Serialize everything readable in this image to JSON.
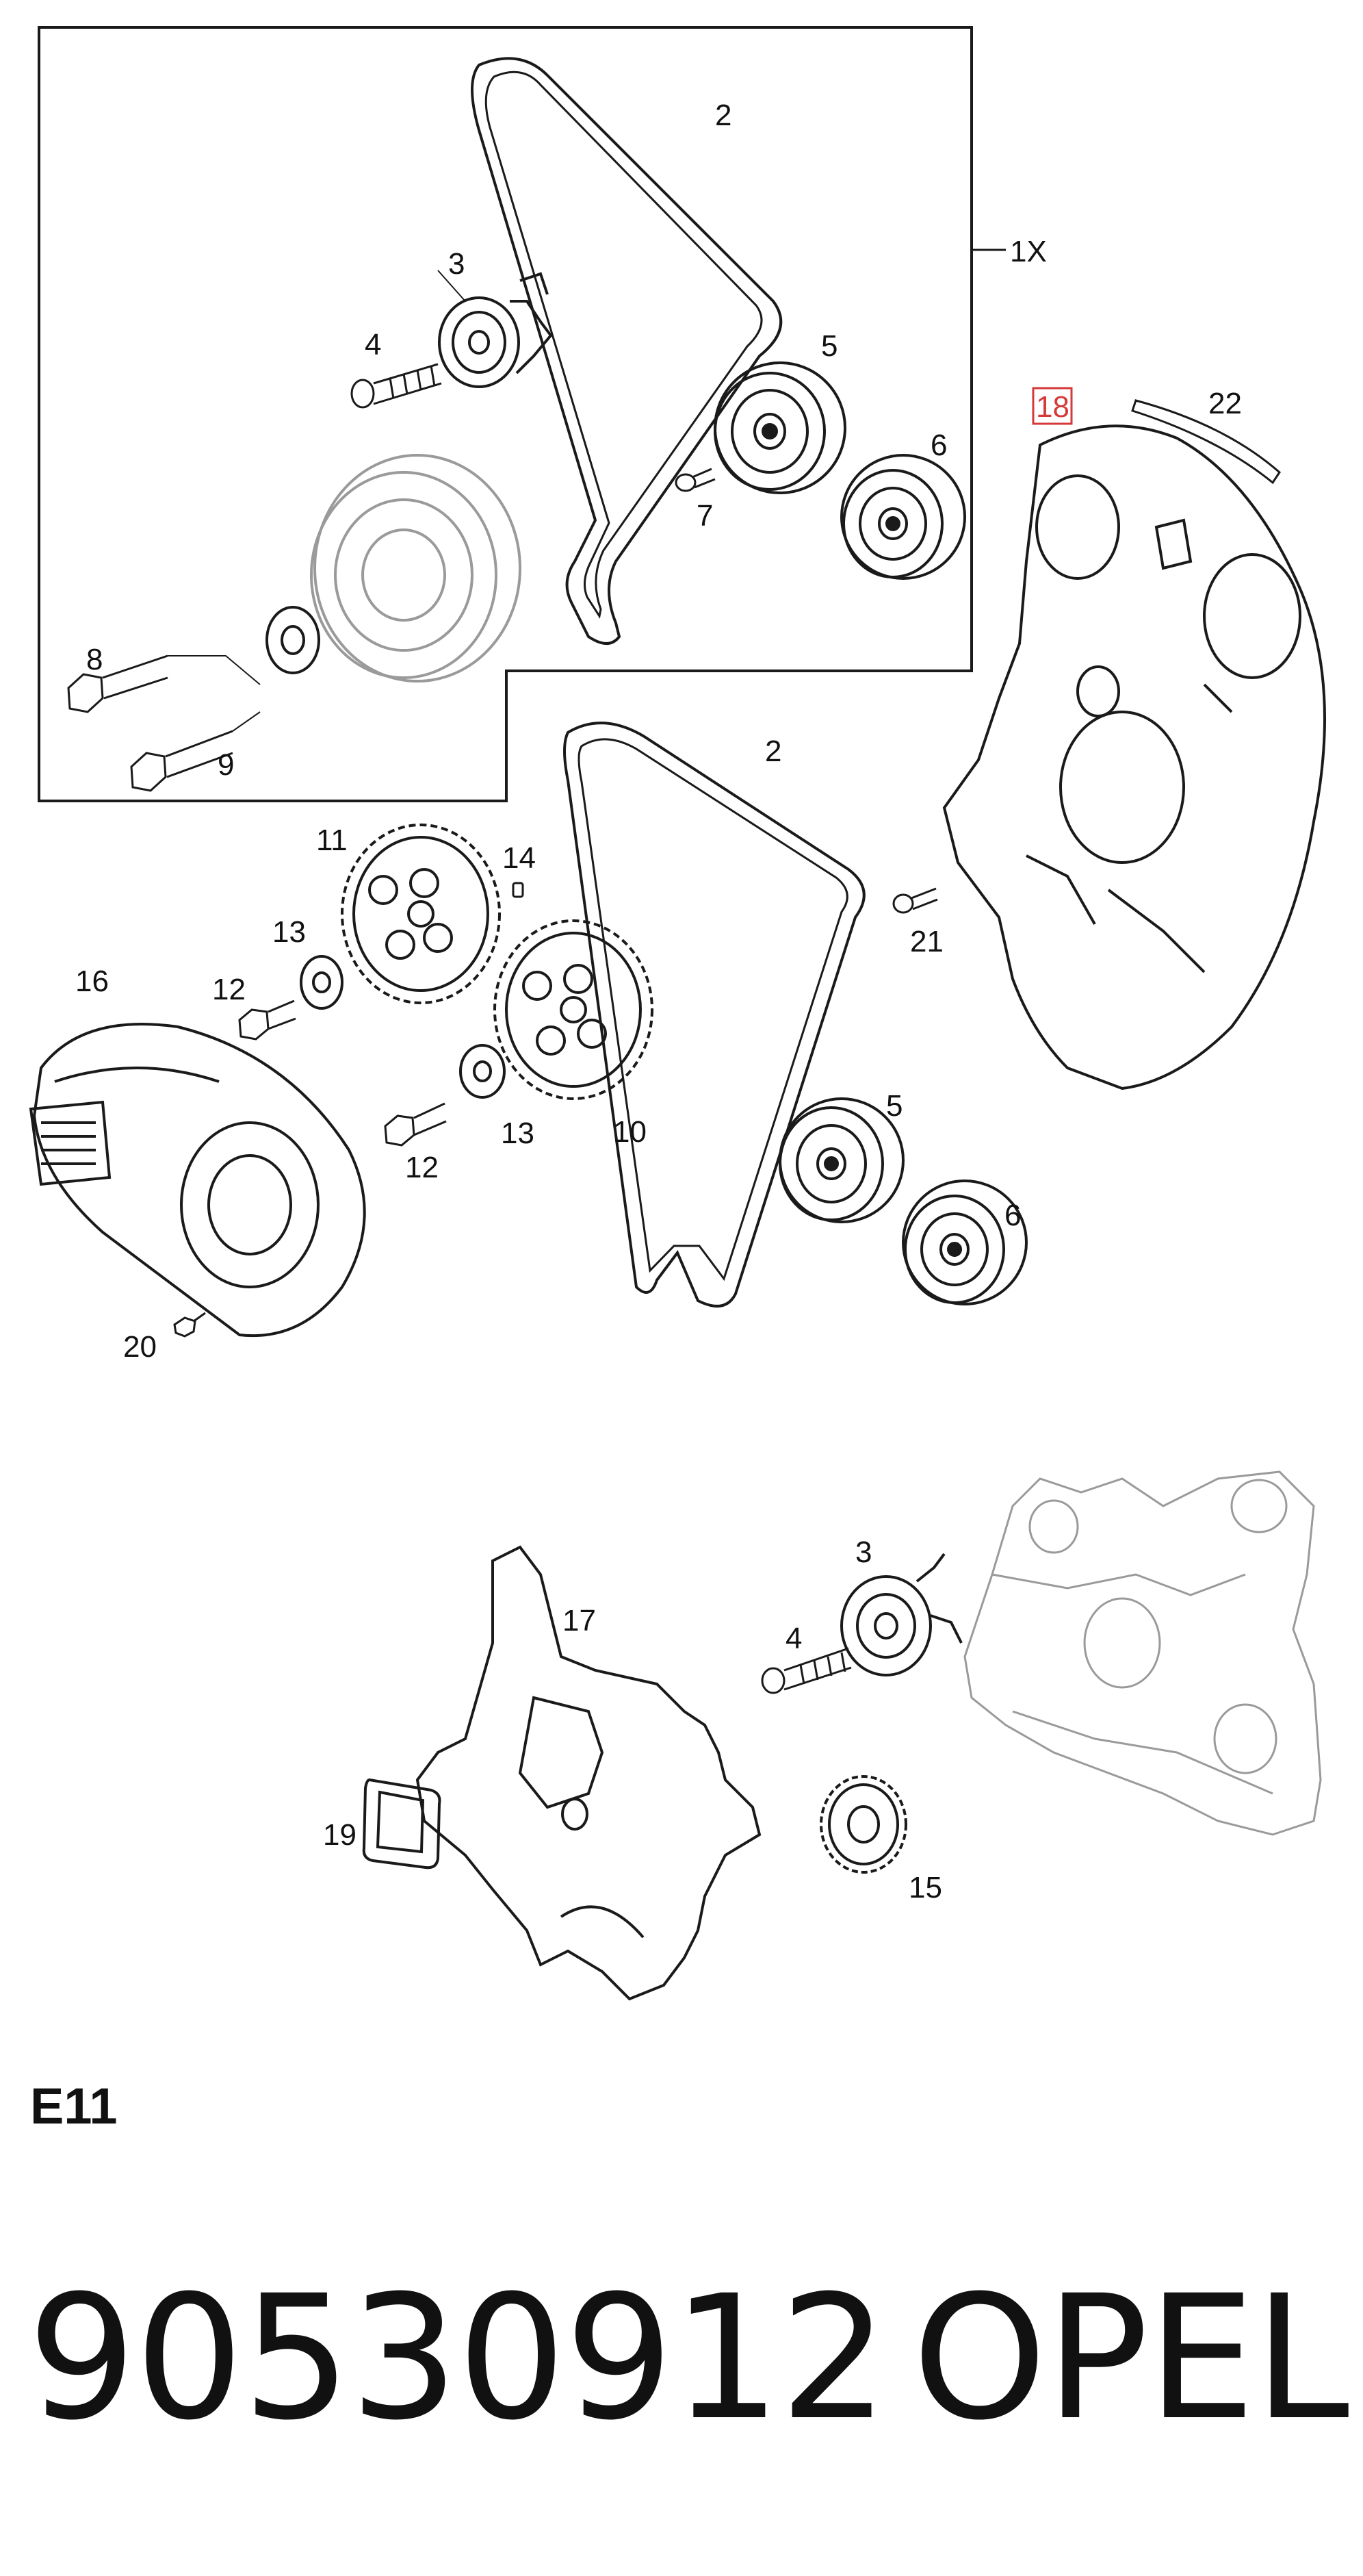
{
  "diagram": {
    "highlight_color": "#d43a3a",
    "line_color": "#1a1a1a",
    "faded_line_color": "#9a9a9a",
    "callouts": {
      "c1x": "1X",
      "c2_top": "2",
      "c3_top": "3",
      "c4_top": "4",
      "c5_top": "5",
      "c6_top": "6",
      "c7": "7",
      "c8": "8",
      "c9": "9",
      "c10": "10",
      "c11": "11",
      "c12_a": "12",
      "c12_b": "12",
      "c13_a": "13",
      "c13_b": "13",
      "c14": "14",
      "c16": "16",
      "c18": "18",
      "c20": "20",
      "c21": "21",
      "c22": "22",
      "c2_mid": "2",
      "c5_mid": "5",
      "c6_mid": "6",
      "c17": "17",
      "c3_bot": "3",
      "c4_bot": "4",
      "c19": "19",
      "c15": "15"
    }
  },
  "section_code": "E11",
  "footer": {
    "part_number": "90530912",
    "brand": "OPEL"
  }
}
